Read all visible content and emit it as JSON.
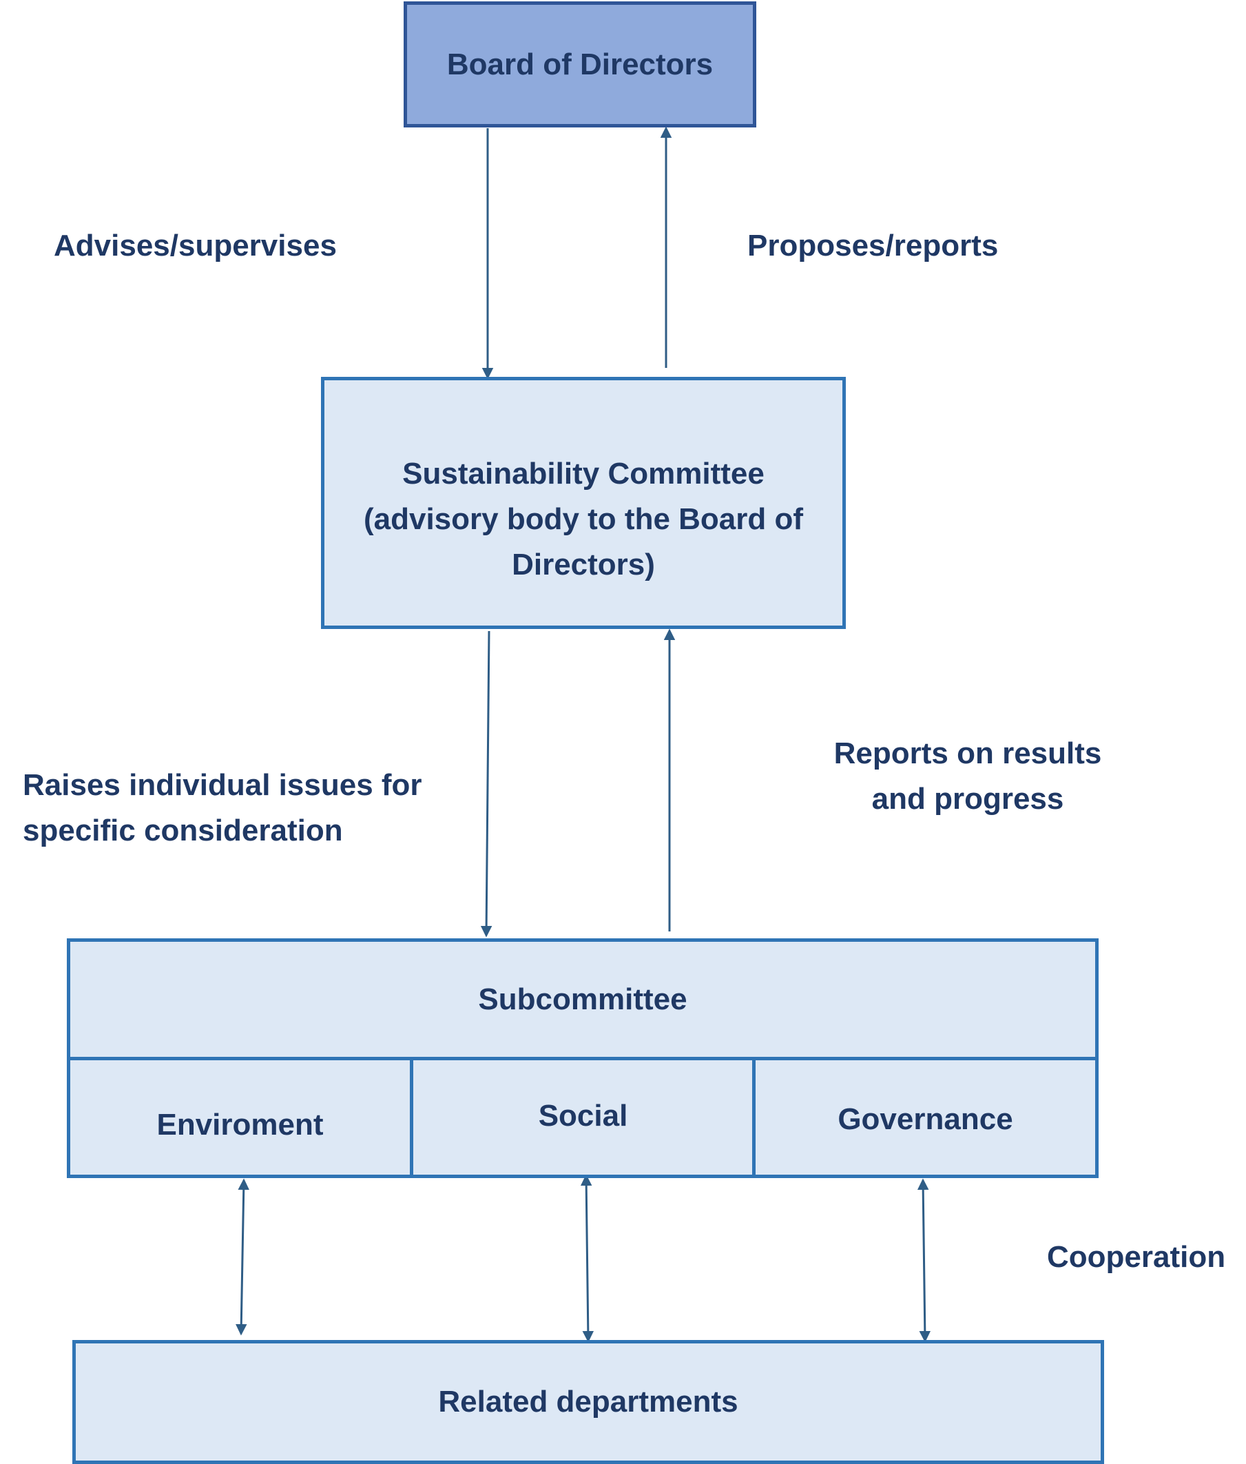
{
  "diagram": {
    "nodes": {
      "board": "Board of Directors",
      "sustainability": "Sustainability Committee (advisory body to the Board of Directors)",
      "subcommittee": "Subcommittee",
      "environment": "Enviroment",
      "social": "Social",
      "governance": "Governance",
      "related_departments": "Related departments"
    },
    "edge_labels": {
      "advises": "Advises/supervises",
      "proposes": "Proposes/reports",
      "raises": "Raises individual issues for specific consideration",
      "reports_progress": "Reports on results and progress",
      "cooperation": "Cooperation"
    }
  },
  "colors": {
    "board_fill": "#8faadc",
    "box_fill": "#dde8f5",
    "border": "#2f74b5",
    "text": "#1f3864",
    "arrow": "#2f5d86"
  }
}
